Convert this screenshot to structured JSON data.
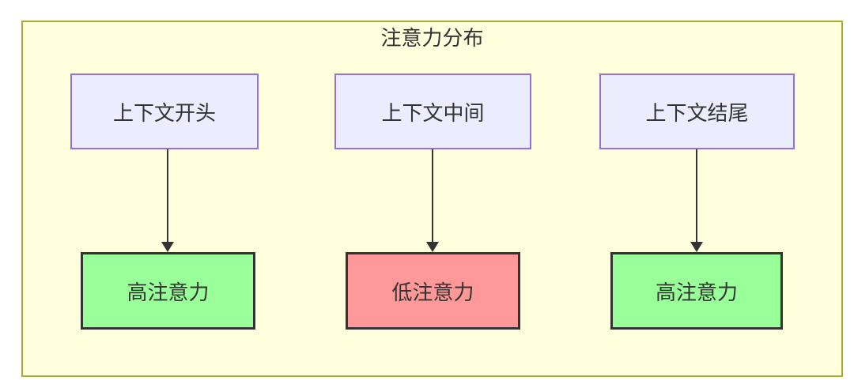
{
  "diagram": {
    "title": "注意力分布",
    "columns": [
      {
        "id": "context-start",
        "top_label": "上下文开头",
        "bottom_label": "高注意力",
        "attention": "high"
      },
      {
        "id": "context-middle",
        "top_label": "上下文中间",
        "bottom_label": "低注意力",
        "attention": "low"
      },
      {
        "id": "context-end",
        "top_label": "上下文结尾",
        "bottom_label": "高注意力",
        "attention": "high"
      }
    ],
    "colors": {
      "cluster_fill": "#ffffde",
      "cluster_border": "#aaaa33",
      "context_node_fill": "#ececff",
      "context_node_border": "#9370db",
      "high_attention_fill": "#99ff99",
      "low_attention_fill": "#ff9999",
      "emphasis_border": "#333333",
      "text": "#333333",
      "arrow": "#333333"
    }
  }
}
